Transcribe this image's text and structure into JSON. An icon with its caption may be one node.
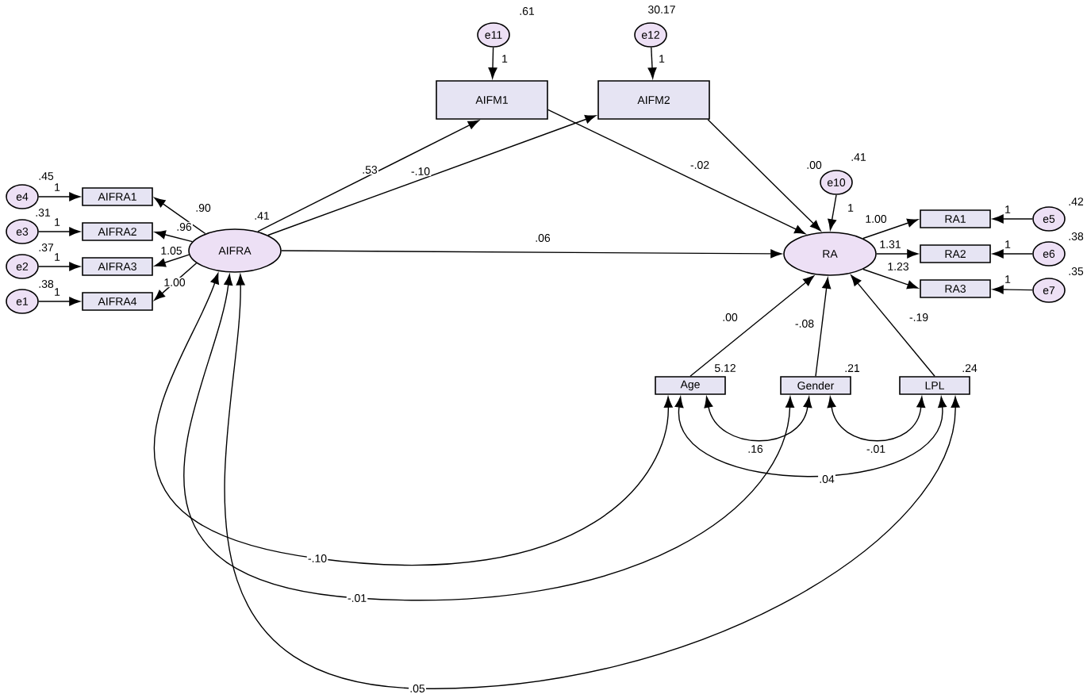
{
  "diagram": {
    "nodes": [
      {
        "text": [
          "e11"
        ],
        "beside": [
          ".61"
        ]
      },
      {
        "text": [
          "e12"
        ],
        "beside": [
          "30.17"
        ]
      },
      {
        "text": [
          "AIFM1"
        ]
      },
      {
        "text": [
          "AIFM2"
        ]
      },
      {
        "text": [
          "e10"
        ],
        "beside": [
          ".41"
        ]
      },
      {
        "text": [
          "e4"
        ],
        "beside": [
          ".45"
        ]
      },
      {
        "text": [
          "AIFRA1"
        ]
      },
      {
        "text": [
          "RA1"
        ]
      },
      {
        "text": [
          "e5"
        ],
        "beside": [
          ".42"
        ]
      },
      {
        "text": [
          "e3"
        ],
        "beside": [
          ".31"
        ]
      },
      {
        "text": [
          "AIFRA2"
        ]
      },
      {
        "text": [
          "AIFRA"
        ],
        "beside": [
          ".41"
        ]
      },
      {
        "text": [
          "RA"
        ]
      },
      {
        "text": [
          "RA2"
        ]
      },
      {
        "text": [
          "e6"
        ],
        "beside": [
          ".38"
        ]
      },
      {
        "text": [
          "e2"
        ],
        "beside": [
          ".37"
        ]
      },
      {
        "text": [
          "AIFRA3"
        ]
      },
      {
        "text": [
          "RA3"
        ]
      },
      {
        "text": [
          "e7"
        ],
        "beside": [
          ".35"
        ]
      },
      {
        "text": [
          "e1"
        ],
        "beside": [
          ".38"
        ]
      },
      {
        "text": [
          "AIFRA4"
        ]
      },
      {
        "text": [
          "Age"
        ],
        "beside": [
          "5.12"
        ]
      },
      {
        "text": [
          "Gender"
        ],
        "beside": [
          ".21"
        ]
      },
      {
        "text": [
          "LPL"
        ],
        "beside": [
          ".24"
        ]
      }
    ],
    "edges": [
      {
        "from": 0,
        "to": 2,
        "arrow": "to",
        "label": "1"
      },
      {
        "from": 1,
        "to": 3,
        "arrow": "to",
        "label": "1"
      },
      {
        "from": 4,
        "to": 12,
        "arrow": "to",
        "label": "1"
      },
      {
        "from": 5,
        "to": 6,
        "arrow": "to",
        "label": "1"
      },
      {
        "from": 9,
        "to": 10,
        "arrow": "to",
        "label": "1"
      },
      {
        "from": 15,
        "to": 16,
        "arrow": "to",
        "label": "1"
      },
      {
        "from": 19,
        "to": 20,
        "arrow": "to",
        "label": "1"
      },
      {
        "from": 8,
        "to": 7,
        "arrow": "to",
        "label": "1"
      },
      {
        "from": 14,
        "to": 13,
        "arrow": "to",
        "label": "1"
      },
      {
        "from": 18,
        "to": 17,
        "arrow": "to",
        "label": "1"
      },
      {
        "from": 11,
        "to": 6,
        "arrow": "to",
        "label": ".90"
      },
      {
        "from": 11,
        "to": 10,
        "arrow": "to",
        "label": ".96"
      },
      {
        "from": 11,
        "to": 16,
        "arrow": "to",
        "label": "1.05"
      },
      {
        "from": 11,
        "to": 20,
        "arrow": "to",
        "label": "1.00"
      },
      {
        "from": 12,
        "to": 7,
        "arrow": "to",
        "label": "1.00"
      },
      {
        "from": 12,
        "to": 13,
        "arrow": "to",
        "label": "1.31"
      },
      {
        "from": 12,
        "to": 17,
        "arrow": "to",
        "label": "1.23"
      },
      {
        "from": 11,
        "to": 2,
        "arrow": "to",
        "label": ".53"
      },
      {
        "from": 11,
        "to": 3,
        "arrow": "to",
        "label": "-.10"
      },
      {
        "from": 2,
        "to": 12,
        "arrow": "to",
        "label": "-.02"
      },
      {
        "from": 3,
        "to": 12,
        "arrow": "to",
        "label": ".00"
      },
      {
        "from": 11,
        "to": 12,
        "arrow": "to",
        "label": ".06"
      },
      {
        "from": 21,
        "to": 12,
        "arrow": "to",
        "label": ".00"
      },
      {
        "from": 22,
        "to": 12,
        "arrow": "to",
        "label": "-.08"
      },
      {
        "from": 23,
        "to": 12,
        "arrow": "to",
        "label": "-.19"
      },
      {
        "from": 21,
        "to": 22,
        "arrow": "both",
        "label": ".16"
      },
      {
        "from": 22,
        "to": 23,
        "arrow": "both",
        "label": "-.01"
      },
      {
        "from": 21,
        "to": 23,
        "arrow": "both",
        "label": ".04"
      },
      {
        "from": 11,
        "to": 21,
        "arrow": "both",
        "label": "-.10"
      },
      {
        "from": 11,
        "to": 22,
        "arrow": "both",
        "label": "-.01"
      },
      {
        "from": 11,
        "to": 23,
        "arrow": "both",
        "label": ".05"
      }
    ]
  }
}
